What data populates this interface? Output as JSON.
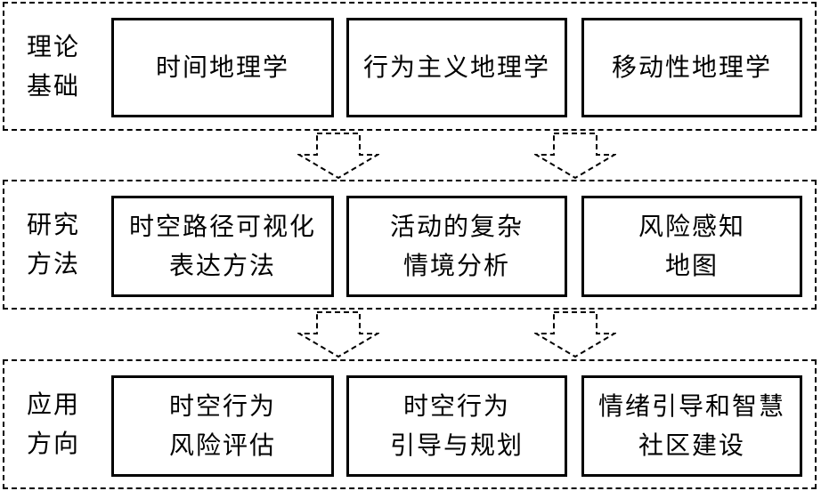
{
  "rows": [
    {
      "label_lines": [
        "理论",
        "基础"
      ],
      "boxes": [
        {
          "lines": [
            "时间地理学"
          ]
        },
        {
          "lines": [
            "行为主义地理学"
          ]
        },
        {
          "lines": [
            "移动性地理学"
          ]
        }
      ]
    },
    {
      "label_lines": [
        "研究",
        "方法"
      ],
      "boxes": [
        {
          "lines": [
            "时空路径可视化",
            "表达方法"
          ]
        },
        {
          "lines": [
            "活动的复杂",
            "情境分析"
          ]
        },
        {
          "lines": [
            "风险感知",
            "地图"
          ]
        }
      ]
    },
    {
      "label_lines": [
        "应用",
        "方向"
      ],
      "boxes": [
        {
          "lines": [
            "时空行为",
            "风险评估"
          ]
        },
        {
          "lines": [
            "时空行为",
            "引导与规划"
          ]
        },
        {
          "lines": [
            "情绪引导和智慧",
            "社区建设"
          ]
        }
      ]
    }
  ],
  "arrow_style": "dashed-hollow-down"
}
